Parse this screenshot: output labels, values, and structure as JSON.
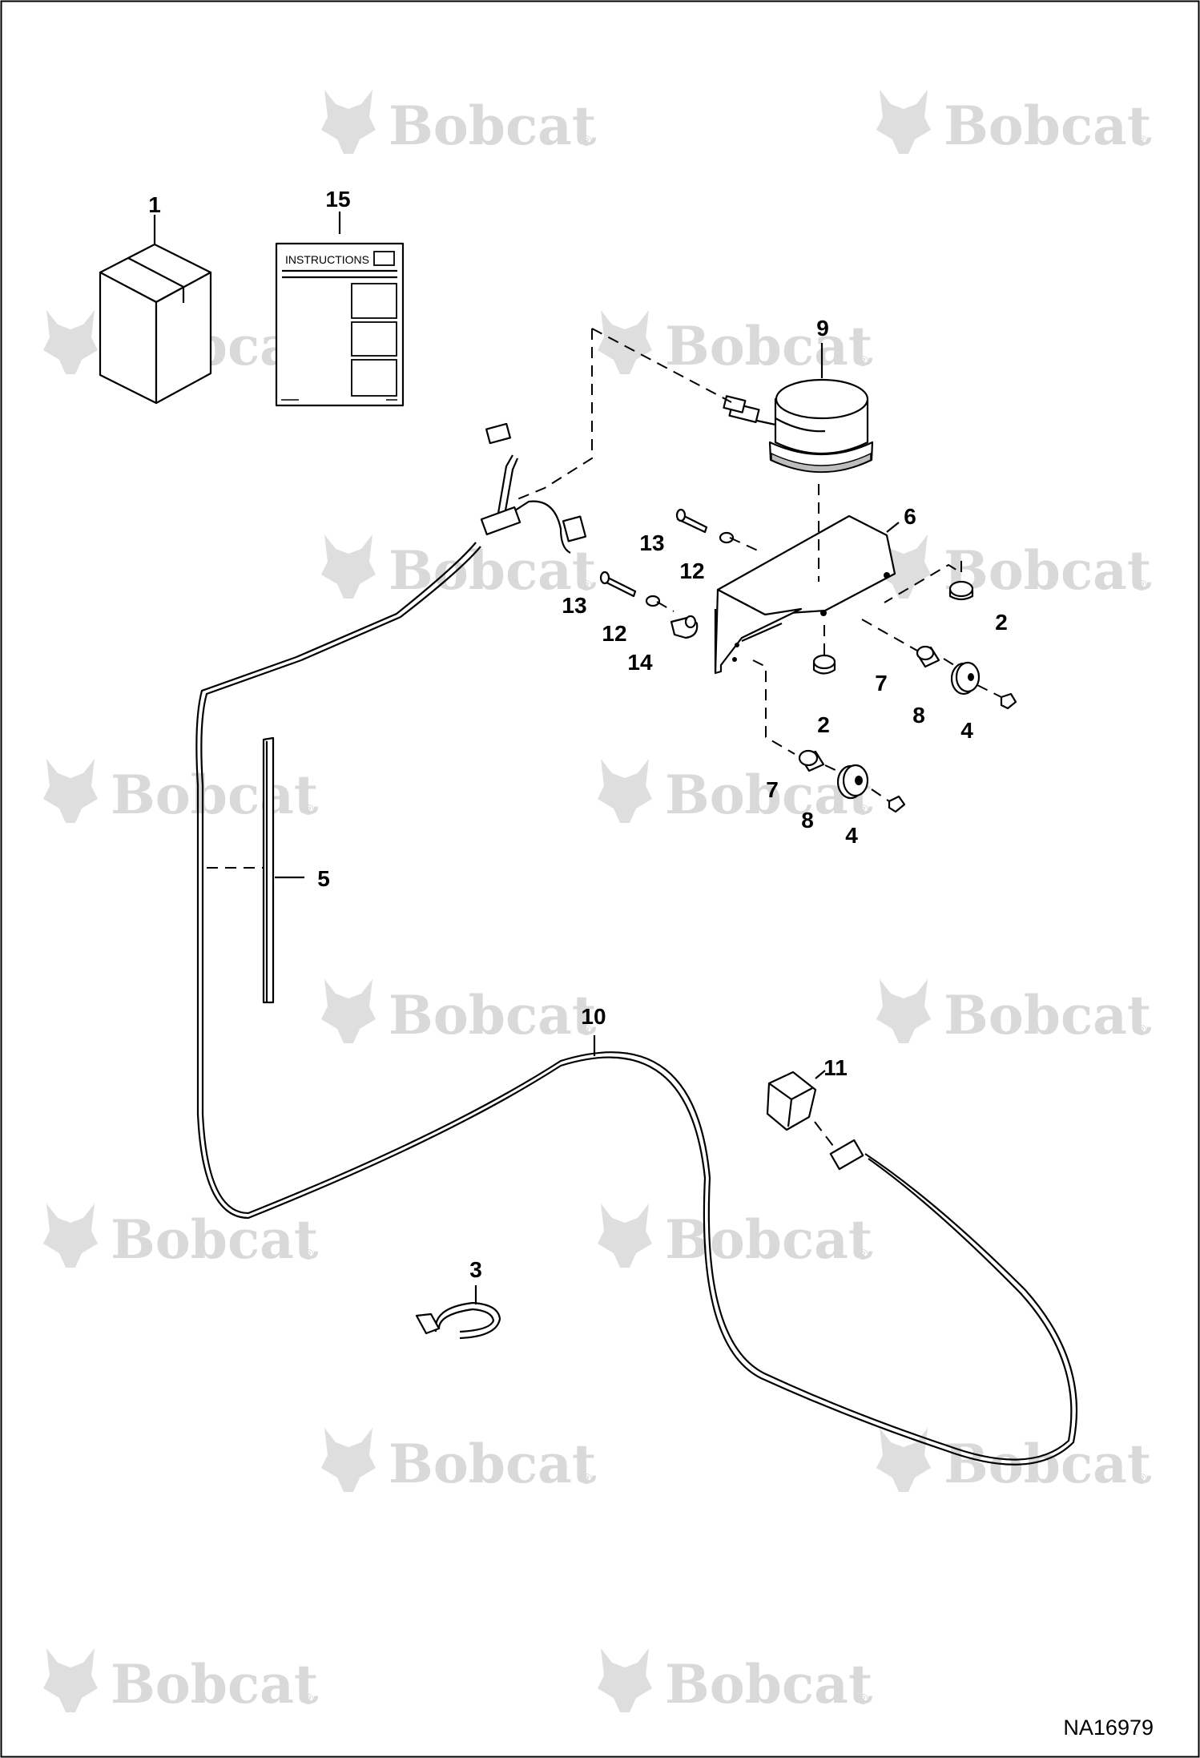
{
  "diagram": {
    "watermark": {
      "brand": "Bobcat",
      "reg_mark": "®"
    },
    "instructions_label": "INSTRUCTIONS",
    "drawing_id": "NA16979",
    "callouts": [
      "1",
      "15",
      "9",
      "6",
      "13",
      "12",
      "13",
      "12",
      "14",
      "2",
      "2",
      "7",
      "8",
      "4",
      "7",
      "8",
      "4",
      "5",
      "10",
      "11",
      "3"
    ]
  }
}
